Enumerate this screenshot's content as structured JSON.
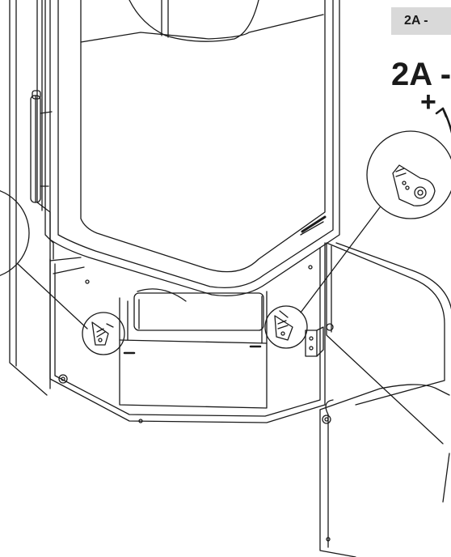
{
  "step_tag": "2A -",
  "step_label": "2A -",
  "plus_symbol": "+",
  "icons": {
    "hinge": "door-hinge-icon",
    "detail_left": "detail-magnifier-left",
    "detail_center": "detail-magnifier-center",
    "detail_right": "detail-magnifier-right",
    "screwdriver": "screwdriver-icon",
    "rotation_arrow": "rotation-arrow-icon"
  },
  "colors": {
    "line": "#1a1a1a",
    "tag_background": "#d9d9d9"
  }
}
